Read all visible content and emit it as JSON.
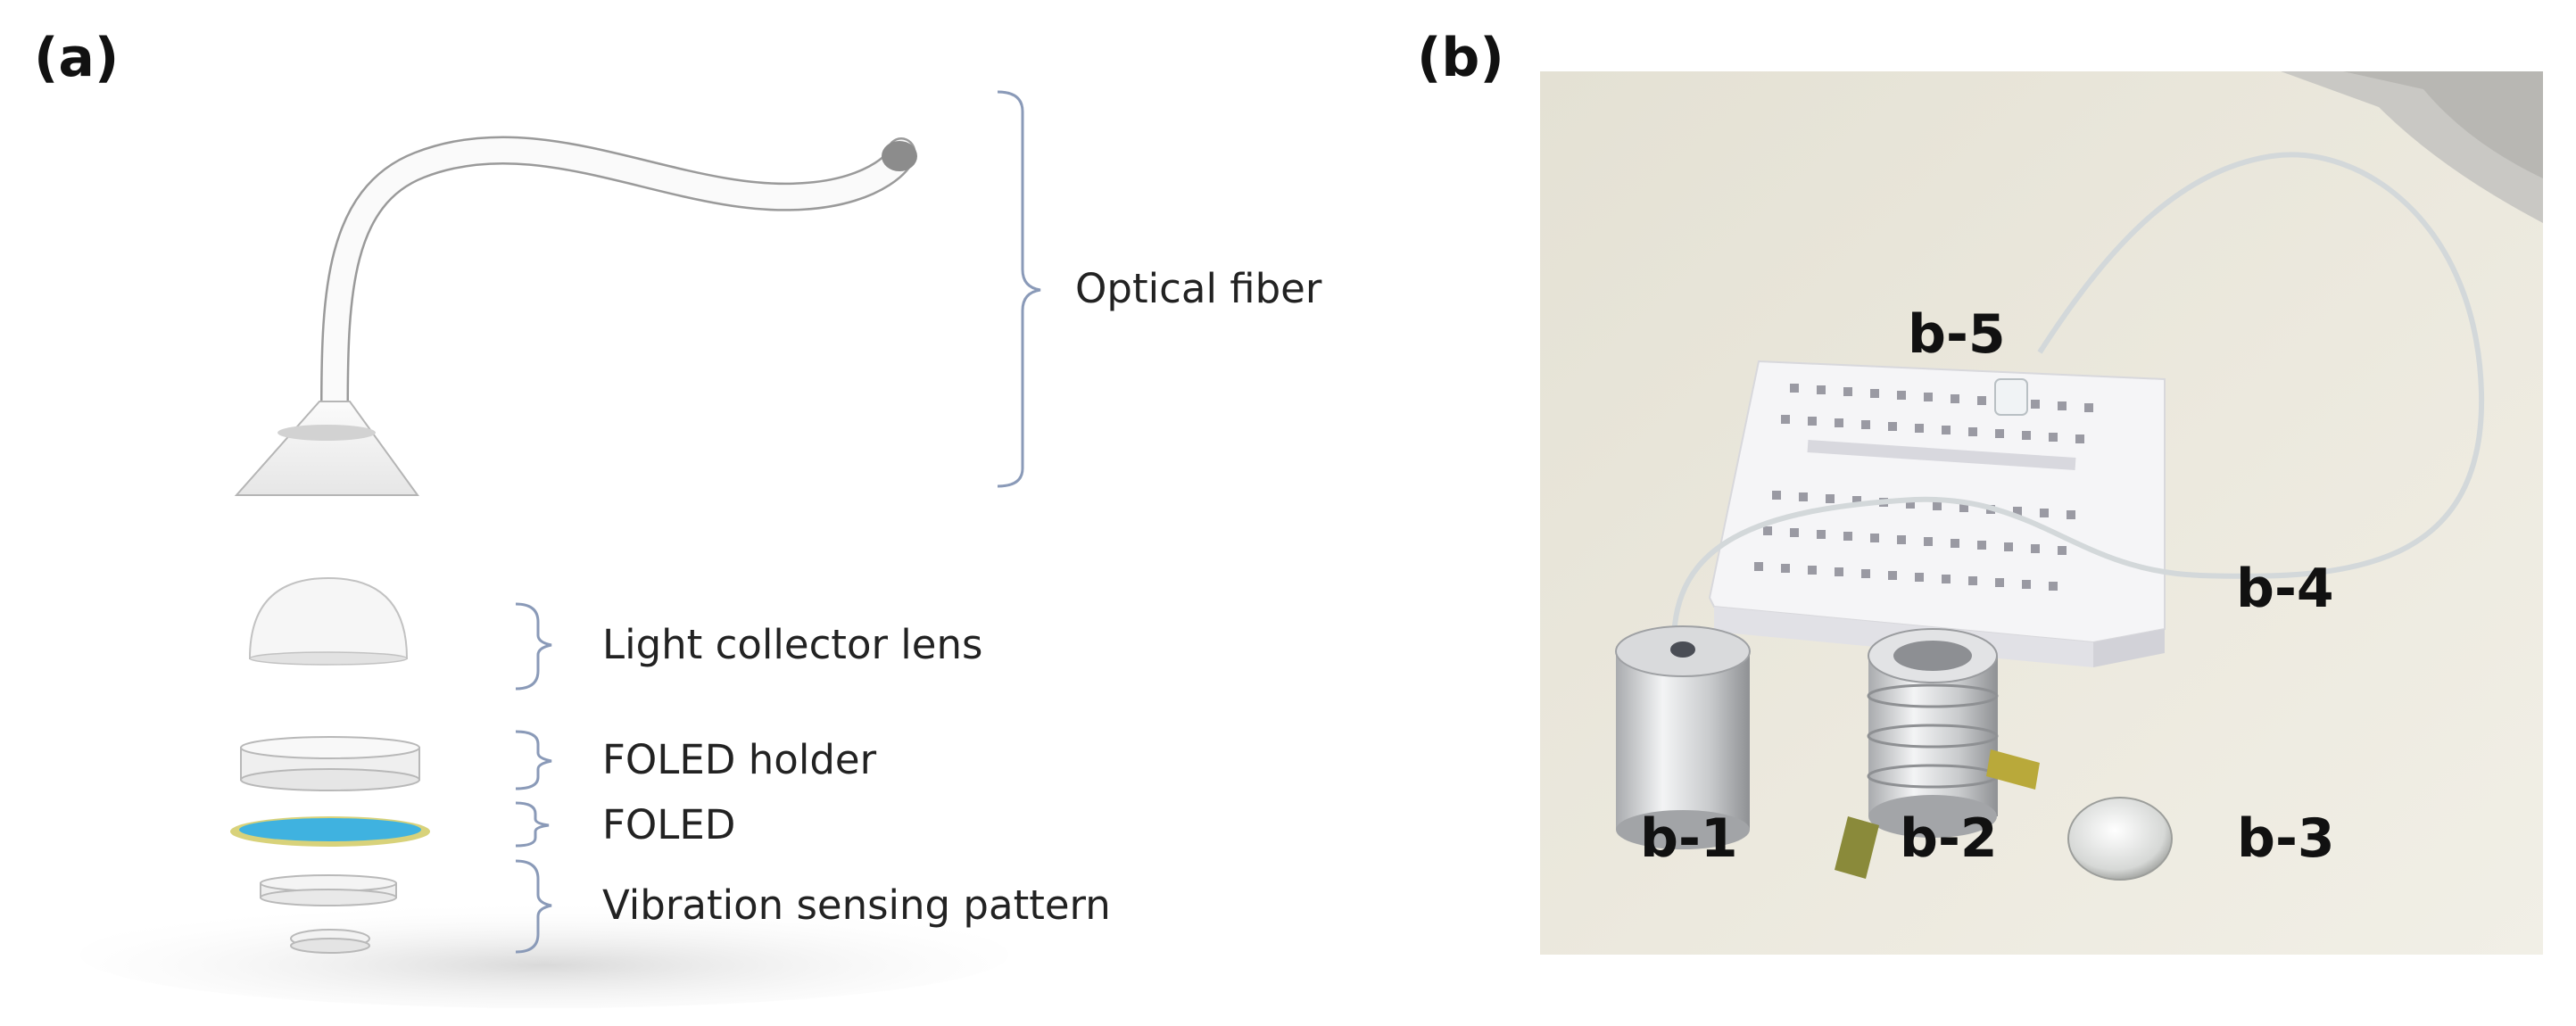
{
  "panel_a": {
    "tag": "(a)",
    "labels": {
      "optical_fiber": "Optical fiber",
      "light_collector_lens": "Light collector lens",
      "foled_holder": "FOLED holder",
      "foled": "FOLED",
      "vibration_sensing_pattern": "Vibration sensing pattern"
    }
  },
  "panel_b": {
    "tag": "(b)",
    "labels": {
      "b1": "b-1",
      "b2": "b-2",
      "b3": "b-3",
      "b4": "b-4",
      "b5": "b-5"
    }
  },
  "colors": {
    "bracket": "#8a9ab8",
    "foled_blue": "#3fb2e0",
    "foled_rim": "#d8d27a",
    "backdrop": "#ece9de"
  }
}
